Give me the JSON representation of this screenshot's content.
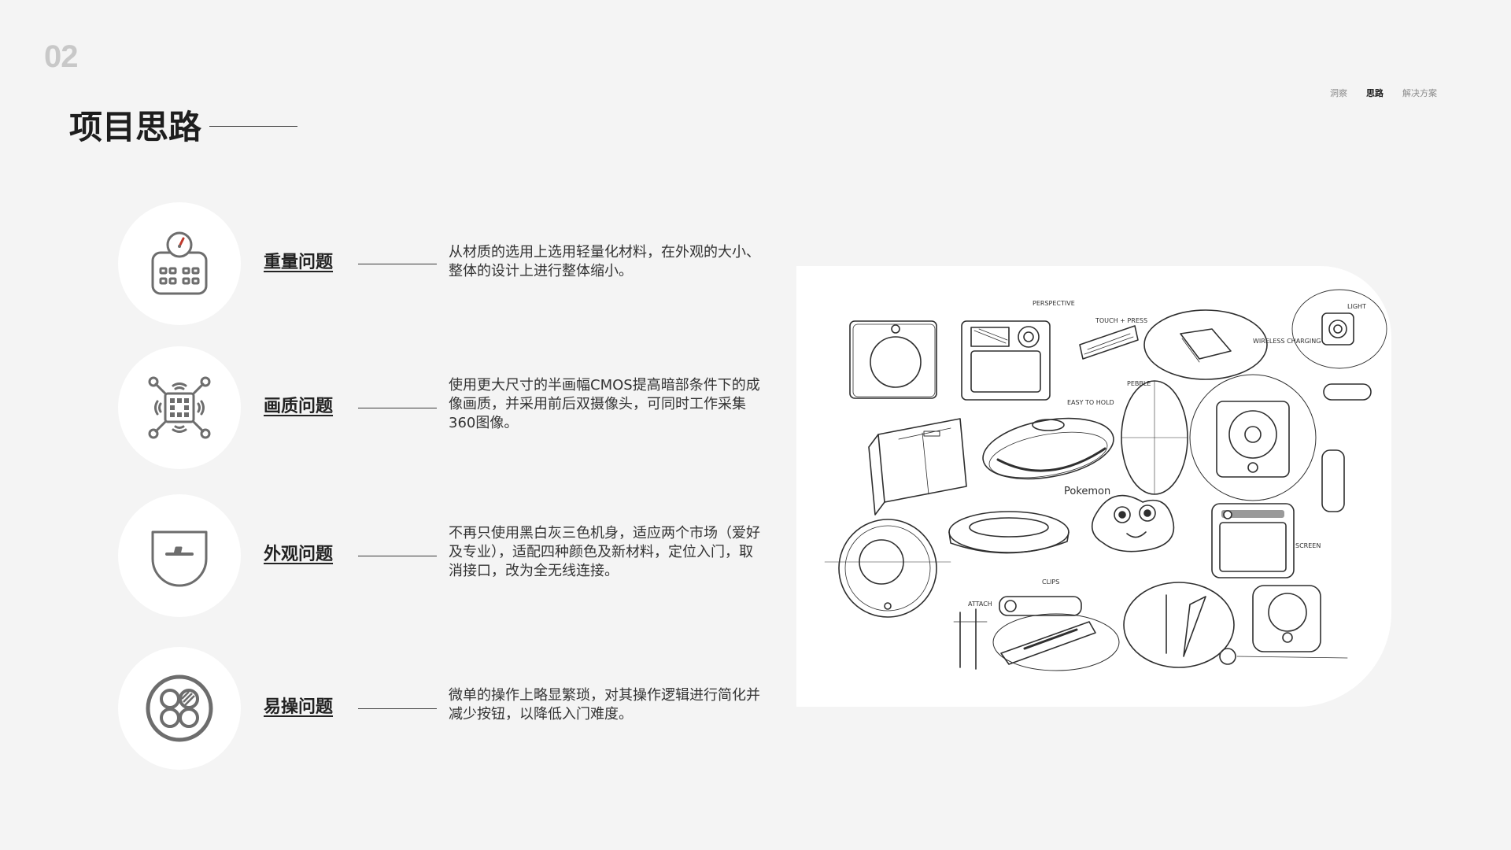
{
  "page": {
    "number": "02",
    "title": "项目思路"
  },
  "nav": {
    "items": [
      {
        "label": "洞察"
      },
      {
        "label": "思路"
      },
      {
        "label": "解决方案"
      }
    ]
  },
  "issues": [
    {
      "label": "重量问题",
      "icon": "weight-scale-icon",
      "desc": "从材质的选用上选用轻量化材料，在外观的大小、整体的设计上进行整体缩小。"
    },
    {
      "label": "画质问题",
      "icon": "camera-sensor-icon",
      "desc": "使用更大尺寸的半画幅CMOS提高暗部条件下的成像画质，并采用前后双摄像头，可同时工作采集360图像。"
    },
    {
      "label": "外观问题",
      "icon": "shield-badge-icon",
      "desc": "不再只使用黑白灰三色机身，适应两个市场（爱好及专业），适配四种颜色及新材料，定位入门，取消接口，改为全无线连接。"
    },
    {
      "label": "易操问题",
      "icon": "four-circles-icon",
      "desc": "微单的操作上略显繁琐，对其操作逻辑进行简化并减少按钮，以降低入门难度。"
    }
  ],
  "sketch": {
    "image": "product-sketch-collage",
    "notes": [
      "PERSPECTIVE",
      "TOUCH + PRESS",
      "WIRELESS CHARGING",
      "LIGHT",
      "EASY TO HOLD",
      "PEBBLE",
      "Pokemon",
      "CLIPS",
      "SCREEN",
      "ATTACH"
    ]
  },
  "colors": {
    "background": "#f4f4f4",
    "accent_red": "#c0392b",
    "icon_gray": "#6d6d6d"
  }
}
